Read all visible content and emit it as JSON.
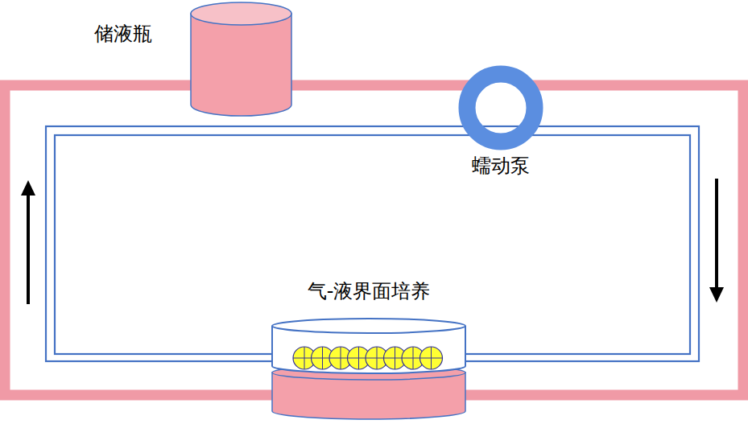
{
  "diagram": {
    "nodes": [
      {
        "text": [
          "储液瓶"
        ]
      },
      {
        "text": [
          "蠕动泵"
        ]
      },
      {
        "text": [
          "气-液界面培养"
        ]
      }
    ],
    "edges": [
      {
        "from": 0,
        "to": 1,
        "arrow": "none"
      },
      {
        "from": 1,
        "to": 2,
        "arrow": "none"
      },
      {
        "from": 2,
        "to": 0,
        "arrow": "none"
      }
    ]
  }
}
